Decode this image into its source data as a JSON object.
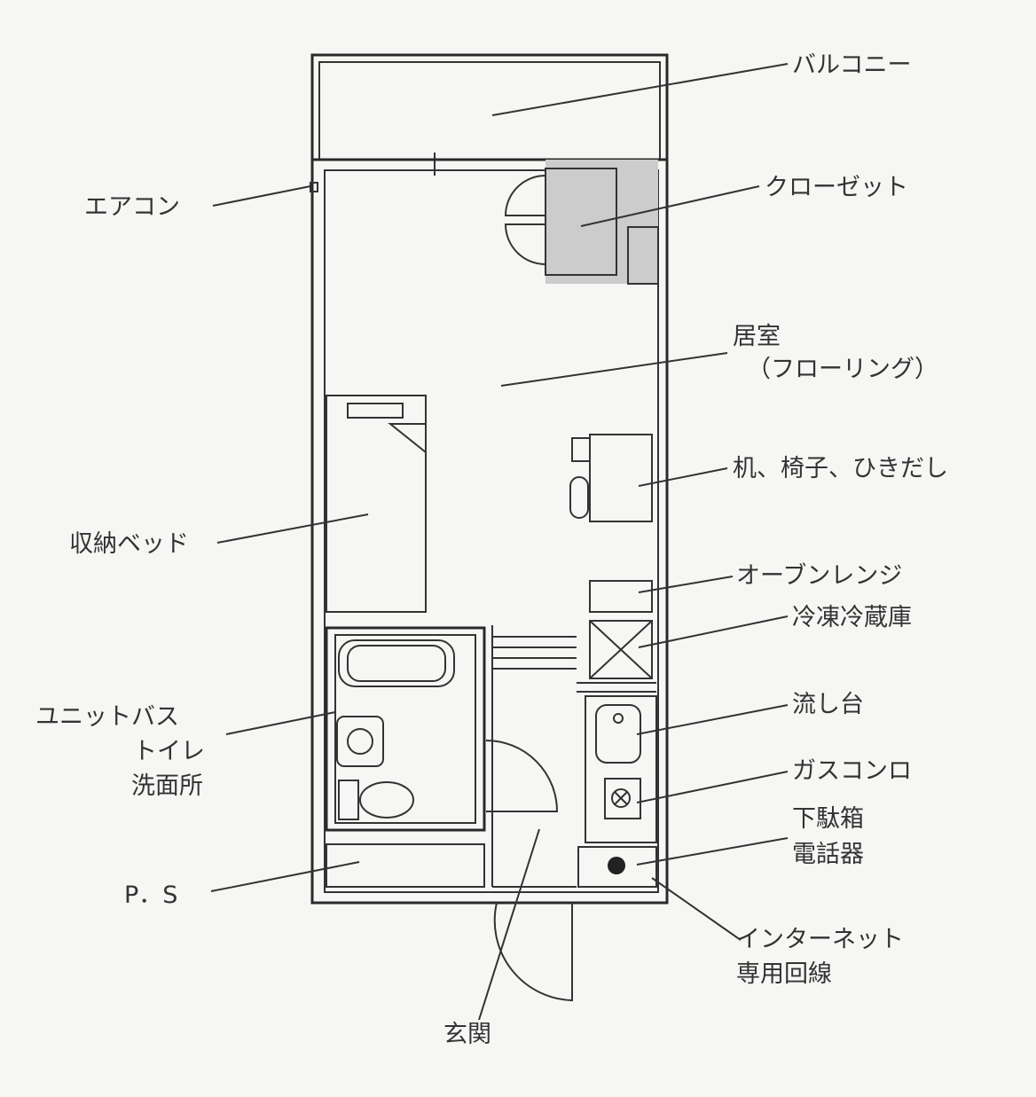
{
  "title": "Floor plan",
  "labels": {
    "balcony": "バルコニー",
    "closet": "クローゼット",
    "aircon": "エアコン",
    "room": "居室",
    "room_sub": "（フローリング）",
    "desk": "机、椅子、ひきだし",
    "bed": "収納ベッド",
    "oven": "オーブンレンジ",
    "fridge": "冷凍冷蔵庫",
    "sink": "流し台",
    "bath_1": "ユニットバス",
    "bath_2": "トイレ",
    "bath_3": "洗面所",
    "stove": "ガスコンロ",
    "shoebox_1": "下駄箱",
    "shoebox_2": "電話器",
    "ps": "P．S",
    "internet_1": "インターネット",
    "internet_2": "専用回線",
    "entrance": "玄関"
  }
}
